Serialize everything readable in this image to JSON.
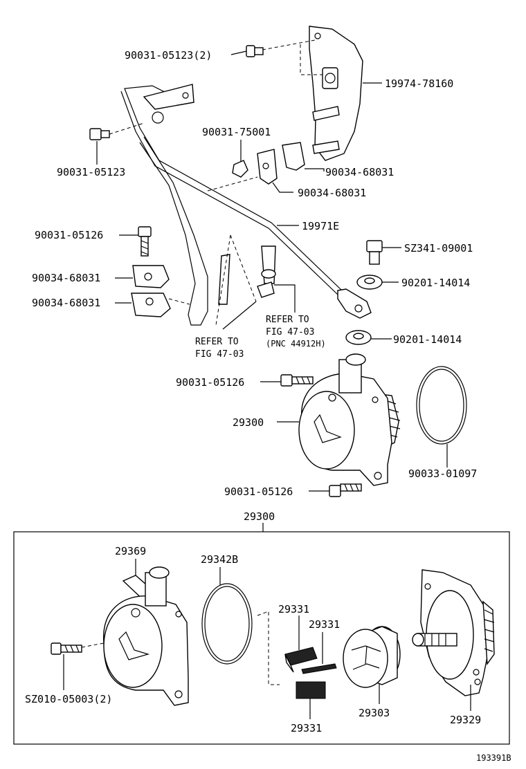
{
  "labels": {
    "p_90031_05123_2": "90031-05123(2)",
    "p_19974_78160": "19974-78160",
    "p_90031_75001": "90031-75001",
    "p_90031_05123": "90031-05123",
    "p_90034_68031_a": "90034-68031",
    "p_90034_68031_b": "90034-68031",
    "p_19971e": "19971E",
    "p_90031_05126_a": "90031-05126",
    "p_sz341_09001": "SZ341-09001",
    "p_90034_68031_c": "90034-68031",
    "p_90201_14014_a": "90201-14014",
    "p_90034_68031_d": "90034-68031",
    "refer_a_line1": "REFER TO",
    "refer_a_line2": "FIG 47-03",
    "refer_a_line3": "(PNC 44912H)",
    "p_90201_14014_b": "90201-14014",
    "refer_b_line1": "REFER TO",
    "refer_b_line2": "FIG 47-03",
    "p_90031_05126_b": "90031-05126",
    "p_29300_a": "29300",
    "p_90033_01097": "90033-01097",
    "p_90031_05126_c": "90031-05126",
    "p_29300_b": "29300",
    "p_29369": "29369",
    "p_29342b": "29342B",
    "p_29331_a": "29331",
    "p_29331_b": "29331",
    "p_sz010_05003_2": "SZ010-05003(2)",
    "p_29303": "29303",
    "p_29329": "29329",
    "p_29331_c": "29331",
    "figure_id": "193391B"
  }
}
